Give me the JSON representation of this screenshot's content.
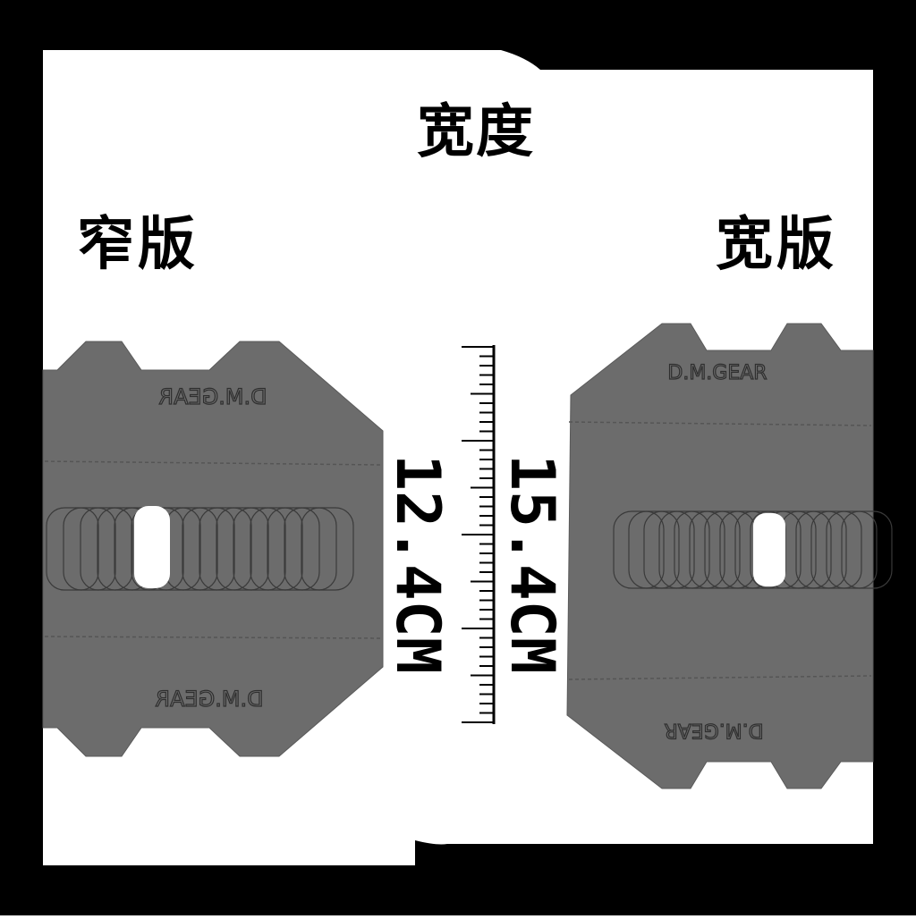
{
  "title": "宽度",
  "narrow": {
    "label": "窄版",
    "measurement": "12.4CM",
    "brand": "D.M.GEAR"
  },
  "wide": {
    "label": "宽版",
    "measurement": "15.4CM",
    "brand": "D.M.GEAR"
  },
  "colors": {
    "background": "#ffffff",
    "frame": "#000000",
    "panel_fabric": "#6c6c6c",
    "panel_print": "#303030",
    "text": "#000000"
  }
}
